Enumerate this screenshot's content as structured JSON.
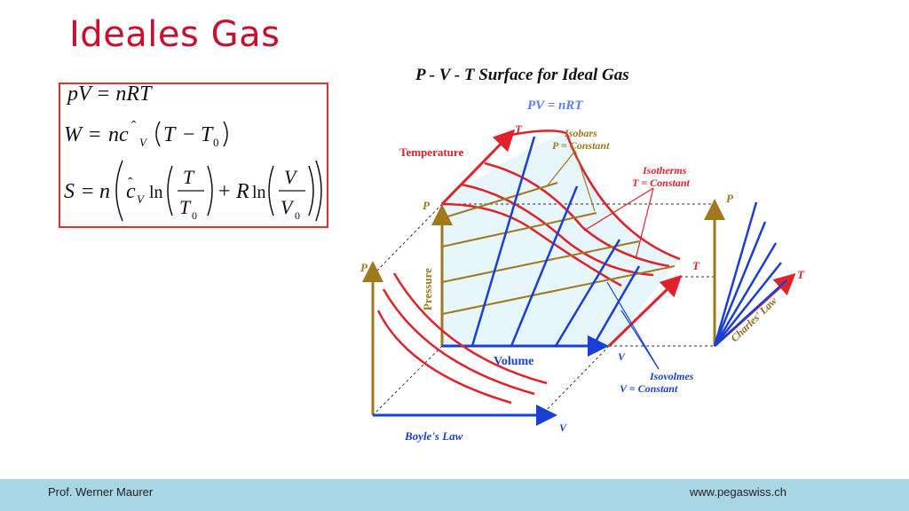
{
  "slide": {
    "title": "Ideales Gas",
    "footer_left": "Prof. Werner Maurer",
    "footer_right": "www.pegaswiss.ch"
  },
  "formulas": {
    "eq1": "pV = nRT",
    "eq2": "W = nĉV (T − T0)",
    "eq3": "S = n ( ĉV ln ( T / T0 ) + R ln ( V / V0 ) )"
  },
  "diagram": {
    "heading": "P - V - T  Surface for Ideal Gas",
    "subheading": "PV = nRT",
    "temperature": "Temperature",
    "pressure": "Pressure",
    "volume": "Volume",
    "isobars_1": "Isobars",
    "isobars_2": "P = Constant",
    "isotherms_1": "Isotherms",
    "isotherms_2": "T = Constant",
    "isochores_1": "Isovolmes",
    "isochores_2": "V = Constant",
    "boyle": "Boyle's Law",
    "charles": "Charles' Law",
    "P": "P",
    "T": "T",
    "V": "V",
    "colors": {
      "red": "#e0232a",
      "blue": "#1a3fd4",
      "brown": "#a0781e",
      "surface": "#e6f6fb",
      "axis_dark": "#8a6a1e"
    }
  }
}
